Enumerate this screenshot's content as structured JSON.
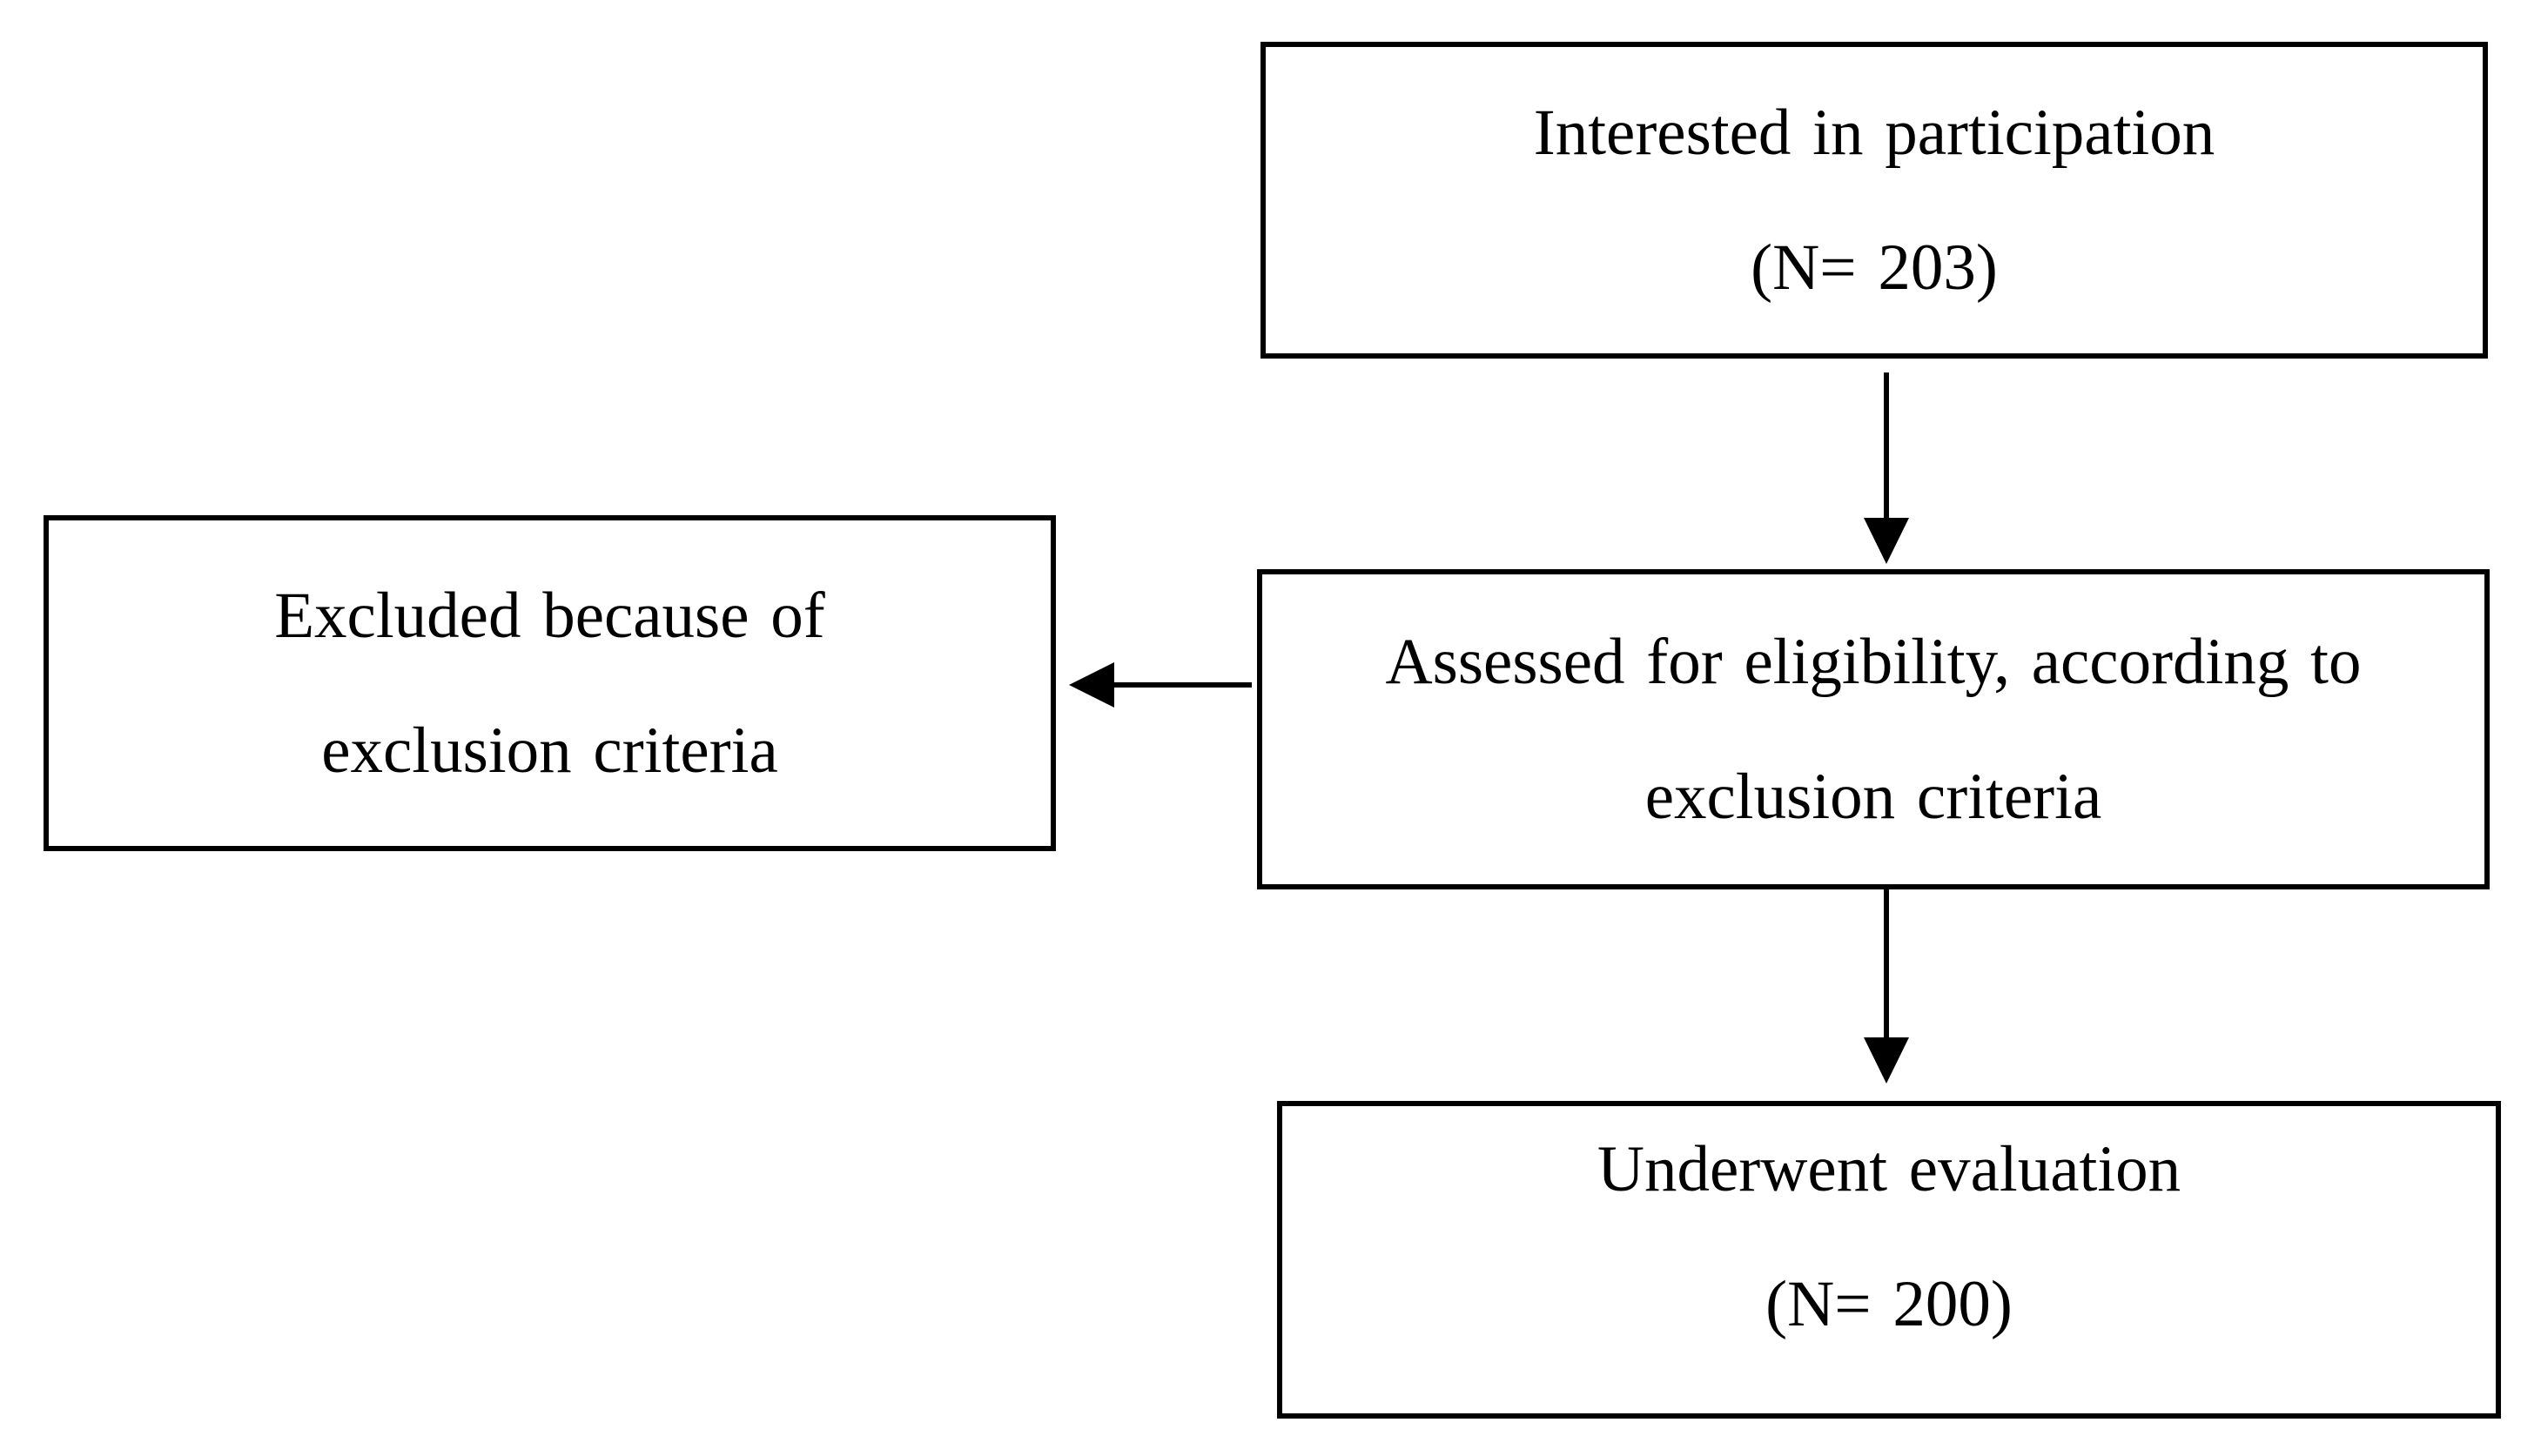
{
  "diagram": {
    "type": "flowchart",
    "colors": {
      "ink": "#000000",
      "background": "#ffffff"
    },
    "nodes": [
      {
        "id": "interested",
        "lines": [
          "Interested in participation",
          "(N= 203)"
        ]
      },
      {
        "id": "excluded",
        "lines": [
          "Excluded because of",
          "exclusion criteria"
        ]
      },
      {
        "id": "assessed",
        "lines": [
          "Assessed for eligibility, according to",
          "exclusion criteria"
        ]
      },
      {
        "id": "evaluation",
        "lines": [
          "Underwent evaluation",
          "(N= 200)"
        ]
      }
    ],
    "edges": [
      {
        "from": "interested",
        "to": "assessed",
        "direction": "down"
      },
      {
        "from": "assessed",
        "to": "excluded",
        "direction": "left"
      },
      {
        "from": "assessed",
        "to": "evaluation",
        "direction": "down"
      }
    ]
  }
}
